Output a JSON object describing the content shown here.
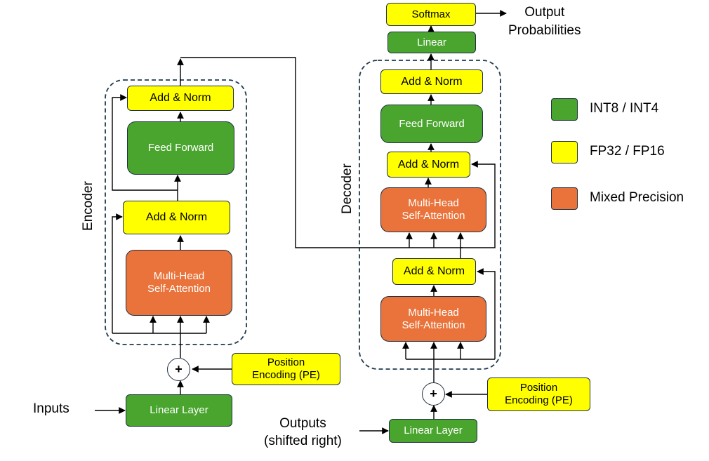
{
  "encoder": {
    "title": "Encoder",
    "add_norm_top": "Add & Norm",
    "feed_forward": "Feed Forward",
    "add_norm_bottom": "Add & Norm",
    "attention": "Multi-Head\nSelf-Attention",
    "position_encoding": "Position\nEncoding (PE)",
    "linear_layer": "Linear Layer",
    "input_label": "Inputs",
    "plus": "+"
  },
  "decoder": {
    "title": "Decoder",
    "softmax": "Softmax",
    "linear": "Linear",
    "output_label": "Output\nProbabilities",
    "add_norm_top": "Add & Norm",
    "feed_forward": "Feed Forward",
    "add_norm_mid": "Add & Norm",
    "cross_attention": "Multi-Head\nSelf-Attention",
    "add_norm_bottom": "Add & Norm",
    "self_attention": "Multi-Head\nSelf-Attention",
    "position_encoding": "Position\nEncoding (PE)",
    "linear_layer": "Linear Layer",
    "input_label": "Outputs\n(shifted right)",
    "plus": "+"
  },
  "legend": [
    {
      "label": "INT8 / INT4",
      "color": "#4aa52e"
    },
    {
      "label": "FP32 / FP16",
      "color": "#ffff00"
    },
    {
      "label": "Mixed Precision",
      "color": "#e9733a"
    }
  ]
}
